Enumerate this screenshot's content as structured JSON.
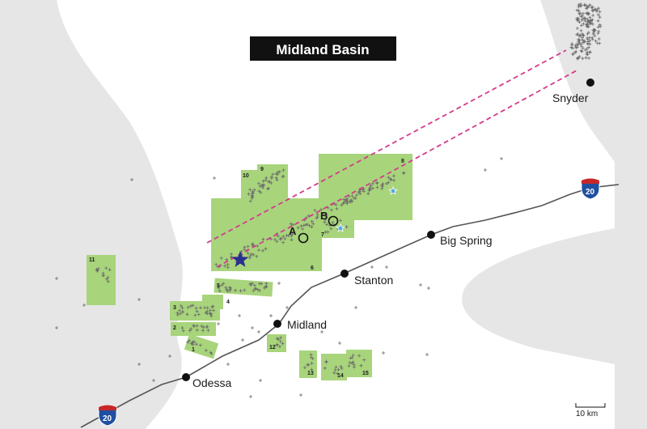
{
  "title": "Midland Basin",
  "cities": [
    {
      "name": "Snyder"
    },
    {
      "name": "Big Spring"
    },
    {
      "name": "Stanton"
    },
    {
      "name": "Midland"
    },
    {
      "name": "Odessa"
    }
  ],
  "highway": {
    "label": "20"
  },
  "markers": {
    "a": "A",
    "b": "B"
  },
  "fields": [
    {
      "number": "1"
    },
    {
      "number": "2"
    },
    {
      "number": "3"
    },
    {
      "number": "4"
    },
    {
      "number": "5"
    },
    {
      "number": "6"
    },
    {
      "number": "7"
    },
    {
      "number": "8"
    },
    {
      "number": "9"
    },
    {
      "number": "10"
    },
    {
      "number": "11"
    },
    {
      "number": "12"
    },
    {
      "number": "13"
    },
    {
      "number": "14"
    },
    {
      "number": "15"
    }
  ],
  "scale": {
    "label": "10 km"
  },
  "colors": {
    "basin": "#ffffff",
    "outside": "#e6e6e6",
    "field": "#a8d47c",
    "crosshair": "#6a6a6a",
    "dashed_line": "#d43c8a",
    "star_main": "#2b2f8f",
    "star_small": "#4aa3e0",
    "road": "#555555",
    "title_bg": "#111111"
  }
}
